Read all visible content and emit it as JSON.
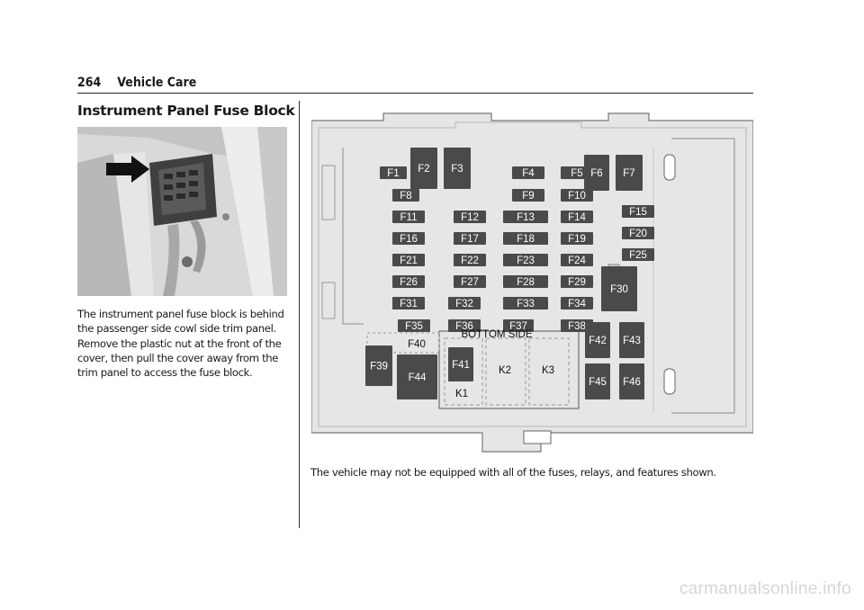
{
  "header": {
    "page_number": "264",
    "section": "Vehicle Care"
  },
  "title": "Instrument Panel Fuse Block",
  "body_lines": [
    "The instrument panel fuse block is behind",
    "the passenger side cowl side trim panel.",
    "Remove the plastic nut at the front of the",
    "cover, then pull the cover away from the",
    "trim panel to access the fuse block."
  ],
  "diagram": {
    "small_fuses": [
      "F1",
      "F4",
      "F5",
      "F8",
      "F9",
      "F10",
      "F11",
      "F12",
      "F13",
      "F14",
      "F15",
      "F16",
      "F17",
      "F18",
      "F19",
      "F20",
      "F21",
      "F22",
      "F23",
      "F24",
      "F25",
      "F26",
      "F27",
      "F28",
      "F29",
      "F31",
      "F32",
      "F33",
      "F34",
      "F35",
      "F36",
      "F37",
      "F38"
    ],
    "large_fuses": [
      "F2",
      "F3",
      "F6",
      "F7",
      "F30",
      "F39",
      "F41",
      "F42",
      "F43",
      "F44",
      "F45",
      "F46"
    ],
    "outline_labels": [
      "F40",
      "K1",
      "K2",
      "K3"
    ],
    "bottom_side_label": "BOTTOM SIDE"
  },
  "caption": "The vehicle may not be equipped with all of the fuses, relays, and features shown.",
  "footer": "carmanualsonline.info"
}
